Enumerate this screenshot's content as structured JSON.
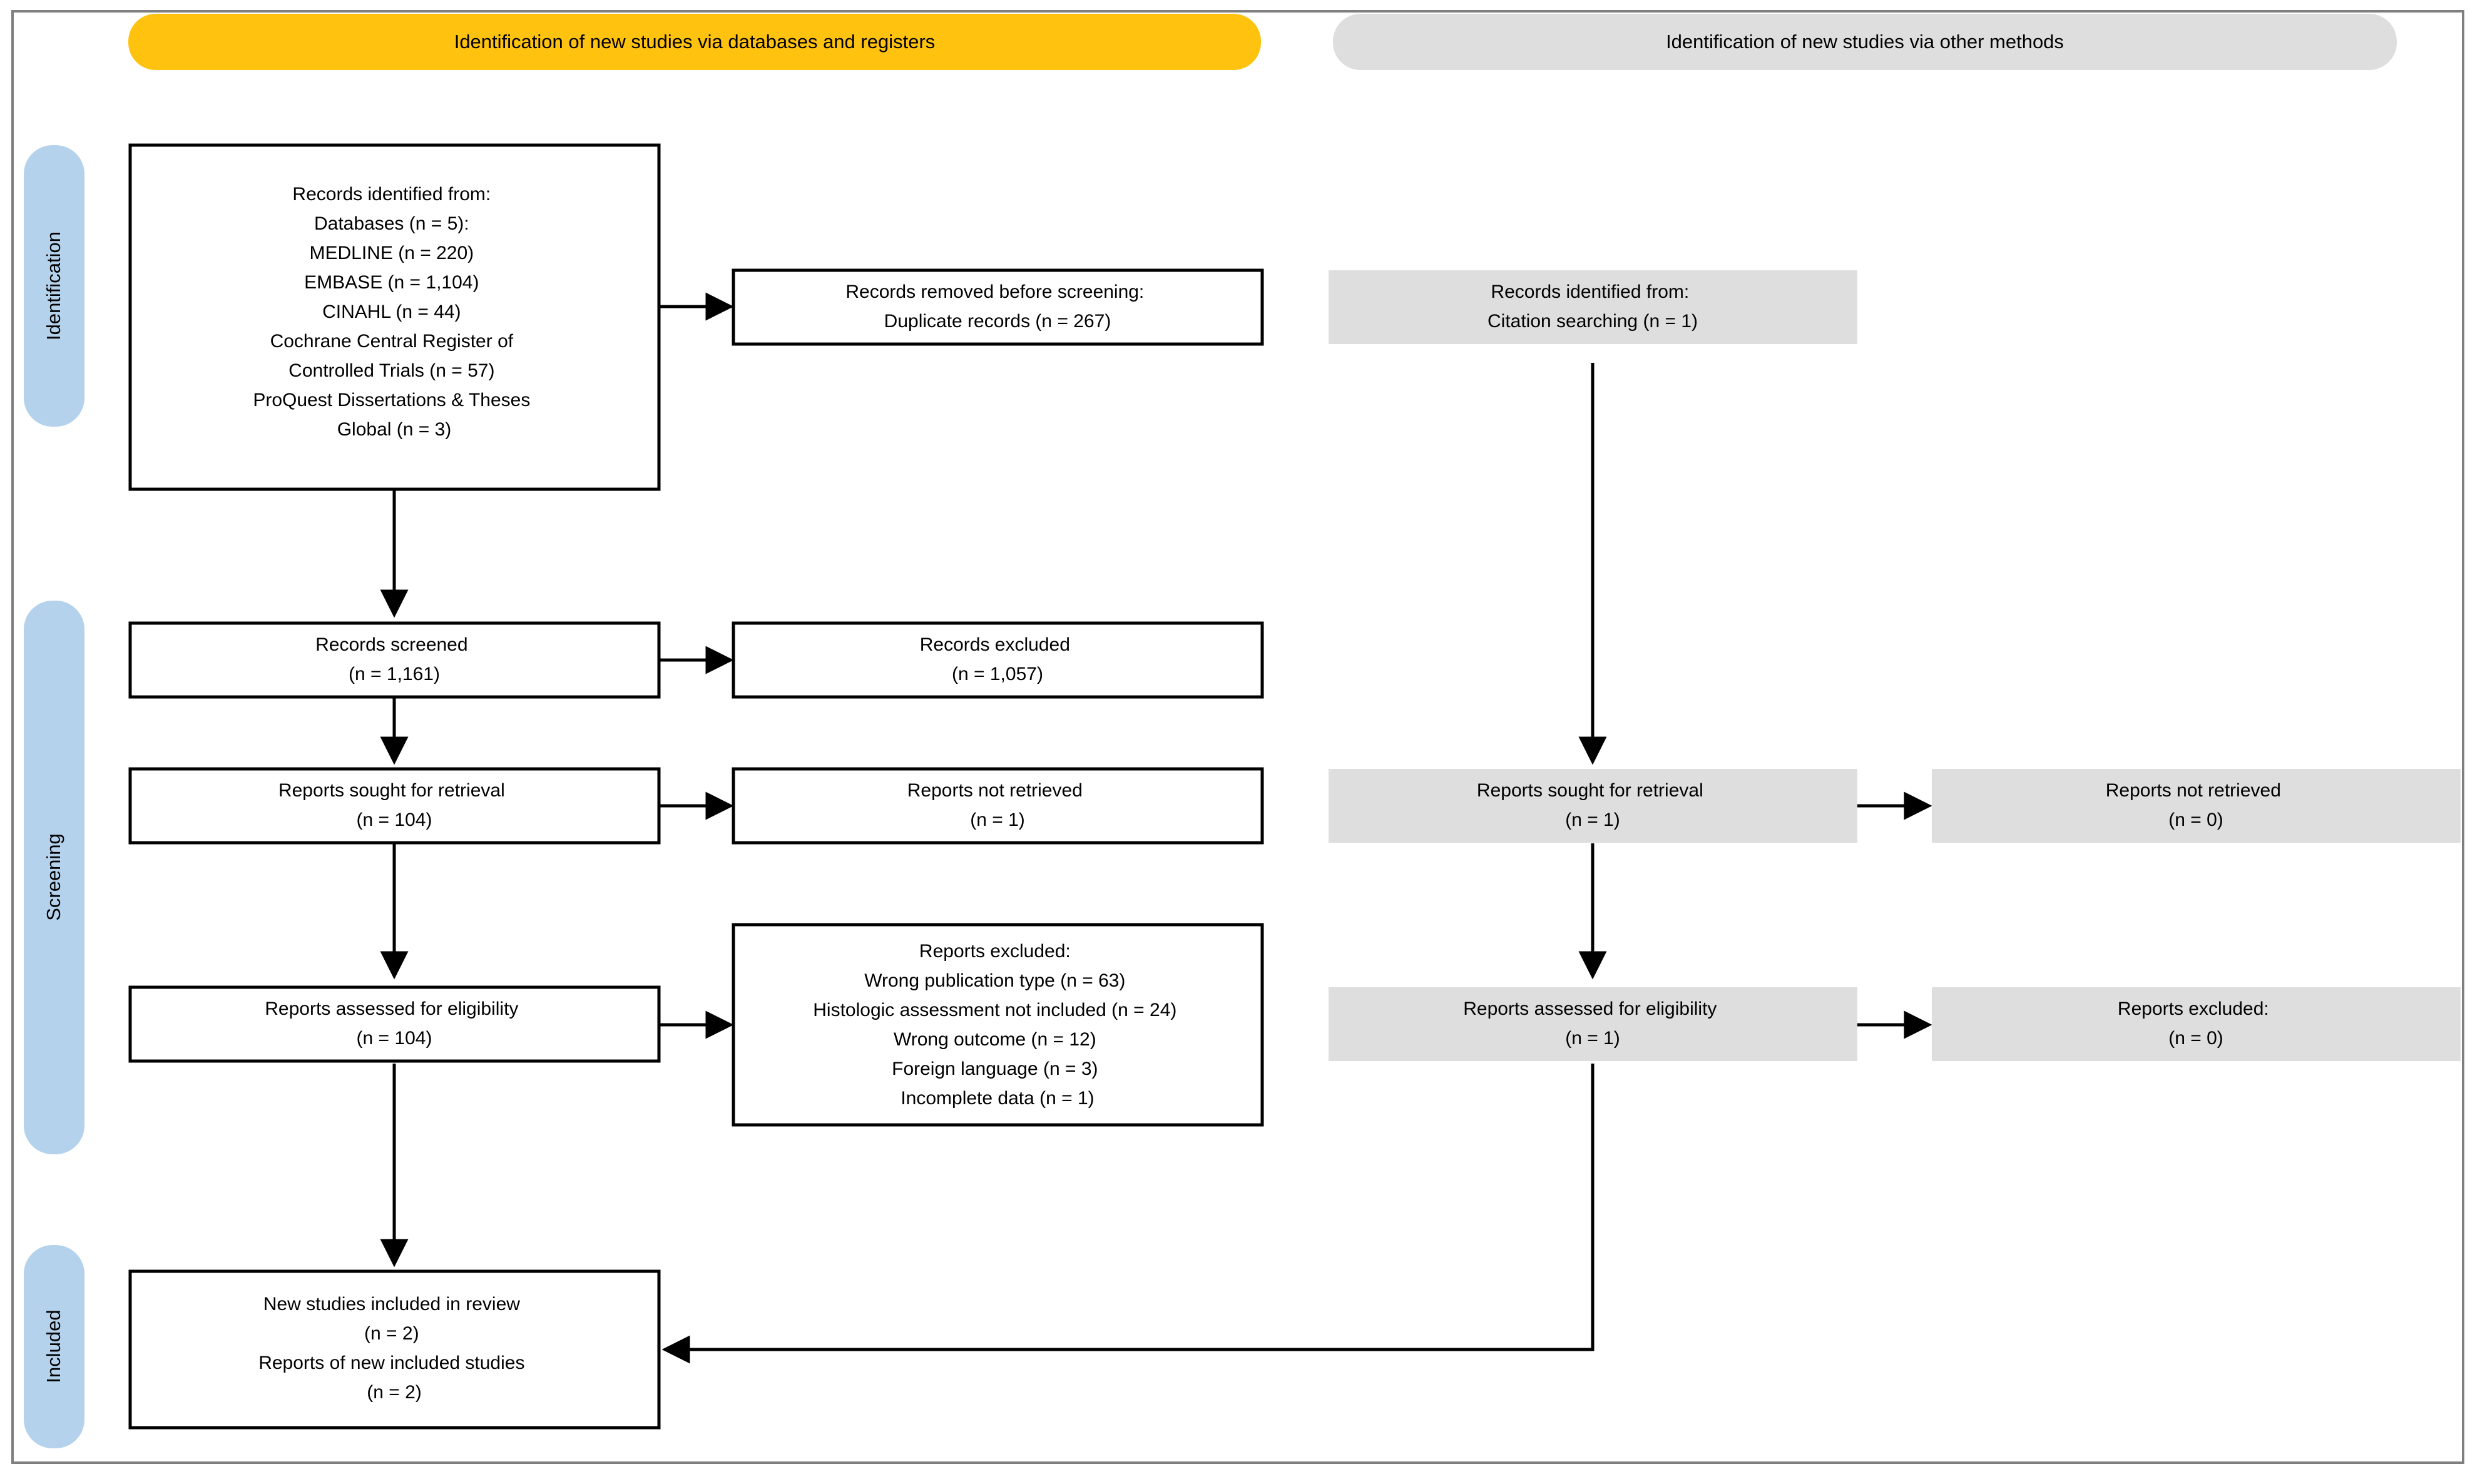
{
  "diagram": {
    "type": "prisma-flow-diagram",
    "frame_border_color": "#7f7f7f",
    "box_border_color": "#000000",
    "connector_color": "#000000"
  },
  "colors": {
    "header_databases": "#ffc20e",
    "header_other": "#dedede",
    "stage_label": "#b4d2ec",
    "other_methods_box": "#dedede",
    "databases_box": "#ffffff"
  },
  "headers": {
    "databases": "Identification of new studies via databases and registers",
    "other_methods": "Identification of new studies via other methods"
  },
  "stage_labels": [
    {
      "id": "identification",
      "label": "Identification"
    },
    {
      "id": "screening",
      "label": "Screening"
    },
    {
      "id": "included",
      "label": "Included"
    }
  ],
  "boxes": {
    "records_identified": {
      "id": "records-identified-from",
      "lines": [
        "Records identified from:",
        "Databases (n = 5):",
        "MEDLINE (n = 220)",
        "EMBASE (n = 1,104)",
        "CINAHL (n = 44)",
        "Cochrane Central Register of",
        "Controlled Trials (n = 57)",
        "ProQuest Dissertations & Theses",
        "Global (n = 3)"
      ]
    },
    "records_removed": {
      "id": "records-removed-before-screening",
      "lines": [
        "Records removed before screening:",
        "Duplicate records (n = 267)"
      ]
    },
    "records_screened": {
      "id": "records-screened",
      "lines": [
        "Records screened",
        "(n = 1,161)"
      ]
    },
    "records_excluded": {
      "id": "records-excluded",
      "lines": [
        "Records excluded",
        "(n = 1,057)"
      ]
    },
    "reports_sought": {
      "id": "reports-sought-for-retrieval",
      "lines": [
        "Reports sought for retrieval",
        "(n = 104)"
      ]
    },
    "reports_not_retrieved": {
      "id": "reports-not-retrieved",
      "lines": [
        "Reports not retrieved",
        "(n = 1)"
      ]
    },
    "reports_assessed": {
      "id": "reports-assessed-for-eligibility",
      "lines": [
        "Reports assessed for eligibility",
        "(n = 104)"
      ]
    },
    "reports_excluded": {
      "id": "reports-excluded-detail",
      "lines": [
        "Reports excluded:",
        "Wrong publication type (n = 63)",
        "Histologic assessment not included (n = 24)",
        "Wrong outcome (n = 12)",
        "Foreign language (n = 3)",
        "Incomplete data (n = 1)"
      ]
    },
    "new_studies_included": {
      "id": "new-studies-included-in-review",
      "lines": [
        "New studies included in review",
        "(n = 2)",
        "Reports of new included studies",
        "(n = 2)"
      ]
    },
    "other_records_identified": {
      "id": "other-records-identified-from",
      "lines": [
        "Records identified from:",
        "Citation searching (n = 1)"
      ]
    },
    "other_reports_sought": {
      "id": "other-reports-sought-for-retrieval",
      "lines": [
        "Reports sought for retrieval",
        "(n = 1)"
      ]
    },
    "other_reports_not_retrieved": {
      "id": "other-reports-not-retrieved",
      "lines": [
        "Reports not retrieved",
        "(n = 0)"
      ]
    },
    "other_reports_assessed": {
      "id": "other-reports-assessed-for-eligibility",
      "lines": [
        "Reports assessed for eligibility",
        "(n = 1)"
      ]
    },
    "other_reports_excluded": {
      "id": "other-reports-excluded",
      "lines": [
        "Reports excluded:",
        "(n = 0)"
      ]
    }
  }
}
